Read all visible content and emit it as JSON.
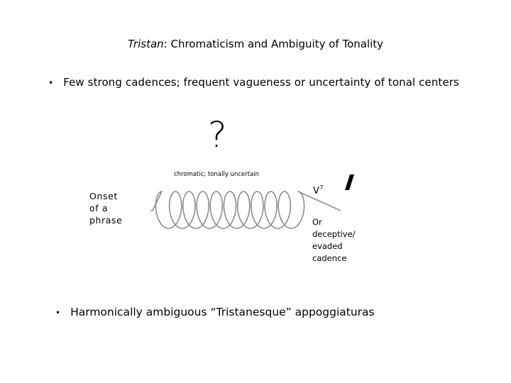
{
  "title": {
    "italic_part": "Tristan",
    "rest": ": Chromaticism and Ambiguity of Tonality"
  },
  "bullets": [
    {
      "marker": "•",
      "text": "Few strong cadences; frequent vagueness or uncertainty of tonal centers"
    },
    {
      "marker": "•",
      "text": "Harmonically ambiguous “Tristanesque” appoggiaturas"
    }
  ],
  "diagram": {
    "question_mark": "?",
    "coil_label": "chromatic; tonally uncertain",
    "onset_label": "Onset\nof a\nphrase",
    "chord_base": "V",
    "chord_sup": "7",
    "cadence_label": "Or\ndeceptive/\nevaded\ncadence"
  }
}
